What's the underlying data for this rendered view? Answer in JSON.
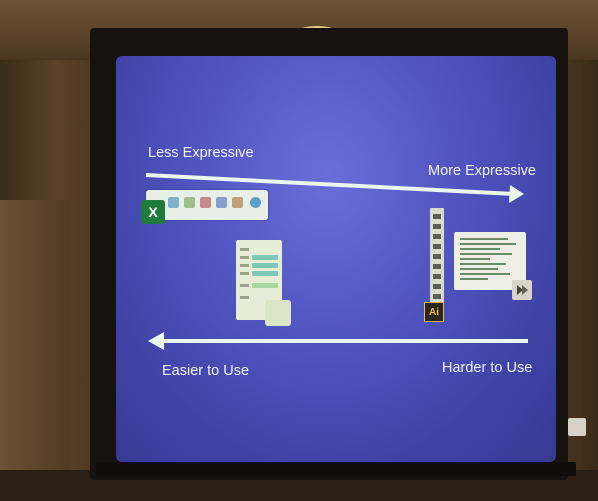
{
  "slide": {
    "top_left_label": "Less Expressive",
    "top_right_label": "More Expressive",
    "bottom_left_label": "Easier to Use",
    "bottom_right_label": "Harder to Use",
    "excel_logo_letter": "X",
    "illustrator_logo_text": "Ai"
  },
  "colors": {
    "screen_blue": "#4144a8",
    "arrow_color": "#eaf7ec",
    "text_color": "#f1f3ff"
  },
  "icons": {
    "excel": "excel-icon",
    "illustrator": "illustrator-icon",
    "dreamweaver": "dreamweaver-icon"
  }
}
